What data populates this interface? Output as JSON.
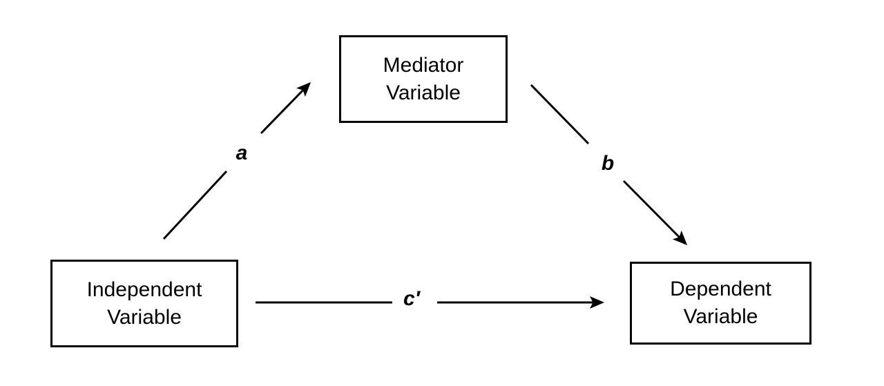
{
  "diagram": {
    "type": "mediation-model",
    "background": "#ffffff",
    "boxes": [
      {
        "id": "mediator-variable",
        "lines": [
          "Mediator",
          "Variable"
        ]
      },
      {
        "id": "independent-variable",
        "lines": [
          "Independent",
          "Variable"
        ]
      },
      {
        "id": "dependent-variable",
        "lines": [
          "Dependent",
          "Variable"
        ]
      }
    ],
    "paths": [
      {
        "id": "a",
        "label": "a",
        "from": "independent-variable",
        "to": "mediator-variable"
      },
      {
        "id": "b",
        "label": "b",
        "from": "mediator-variable",
        "to": "dependent-variable"
      },
      {
        "id": "c-prime",
        "label": "c′",
        "from": "independent-variable",
        "to": "dependent-variable"
      }
    ],
    "colors": {
      "line": "#000000",
      "text": "#000000",
      "box_fill": "#ffffff",
      "box_border": "#000000"
    }
  }
}
